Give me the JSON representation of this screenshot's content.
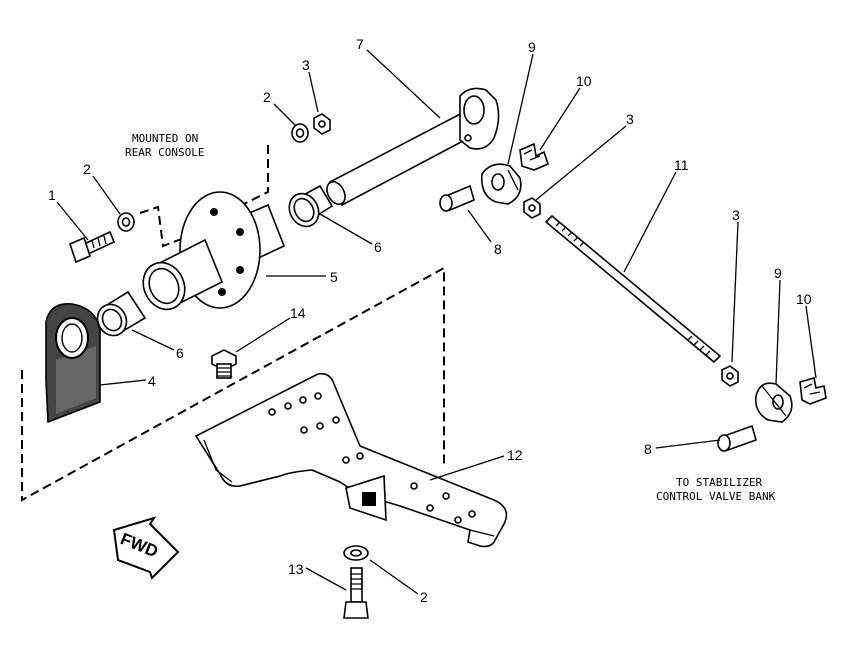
{
  "notes": {
    "mounted_line1": "MOUNTED ON",
    "mounted_line2": "REAR CONSOLE",
    "stabilizer_line1": "TO STABILIZER",
    "stabilizer_line2": "CONTROL VALVE BANK"
  },
  "fwd_label": "FWD",
  "callouts": {
    "c1": "1",
    "c2a": "2",
    "c2b": "2",
    "c2c": "2",
    "c3a": "3",
    "c3b": "3",
    "c3c": "3",
    "c4": "4",
    "c5": "5",
    "c6a": "6",
    "c6b": "6",
    "c7": "7",
    "c8a": "8",
    "c8b": "8",
    "c9a": "9",
    "c9b": "9",
    "c10a": "10",
    "c10b": "10",
    "c11": "11",
    "c12": "12",
    "c13": "13",
    "c14": "14"
  }
}
